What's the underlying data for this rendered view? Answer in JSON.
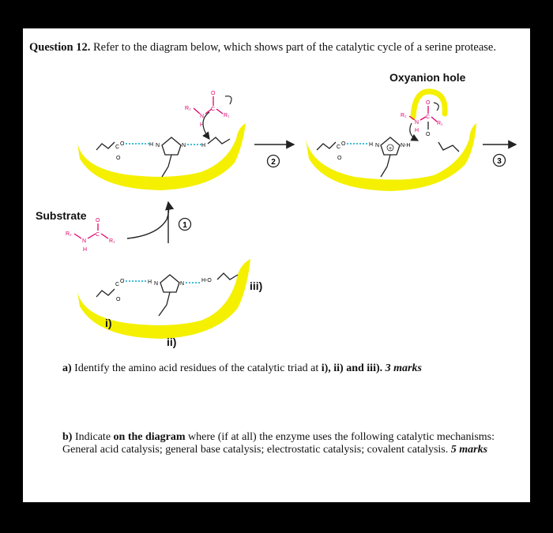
{
  "question": {
    "number": "Question 12.",
    "text": "Refer to the diagram below, which shows part of the catalytic cycle of a serine protease."
  },
  "diagram": {
    "oxyanion_label": "Oxyanion hole",
    "substrate_label": "Substrate",
    "step_labels": [
      "1",
      "2",
      "3"
    ],
    "residue_labels": [
      "i)",
      "ii)",
      "iii)"
    ],
    "atoms": {
      "r1": "R₁",
      "r2": "R₂",
      "n": "N",
      "h": "H",
      "o": "O",
      "c": "C",
      "oh": "H-O",
      "nh": "N-H",
      "plus": "+"
    },
    "colors": {
      "pocket": "#f4f000",
      "substrate": "#e0006b",
      "hbond": "#00a8c8",
      "ink": "#222222"
    }
  },
  "part_a": {
    "label": "a)",
    "text": "Identify the amino acid residues of the catalytic triad at",
    "refs": "i), ii) and iii).",
    "marks": "3 marks"
  },
  "part_b": {
    "label": "b)",
    "text_pre": "Indicate",
    "emphasis": "on the diagram",
    "text_post": "where (if at all) the enzyme uses the following catalytic mechanisms: General acid catalysis; general base catalysis; electrostatic catalysis; covalent catalysis.",
    "marks": "5 marks"
  }
}
